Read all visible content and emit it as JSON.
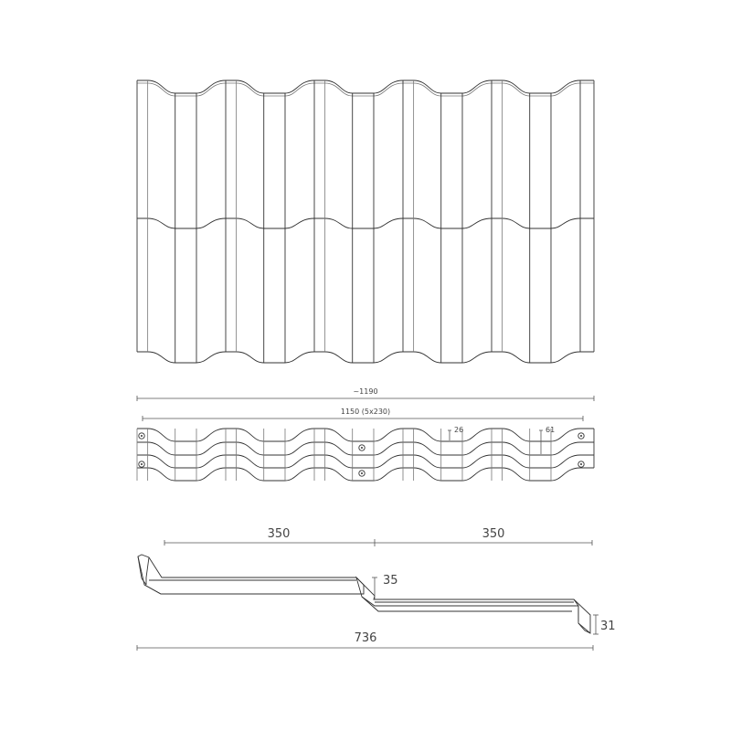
{
  "plan": {
    "overall_width": "~1190",
    "module_width": "1150 (5x230)",
    "dim_a": "26",
    "dim_b": "61"
  },
  "section": {
    "left_span": "350",
    "right_span": "350",
    "step_height": "35",
    "end_height": "31",
    "total_length": "736"
  },
  "colors": {
    "line": "#333333",
    "dim": "#555555"
  }
}
